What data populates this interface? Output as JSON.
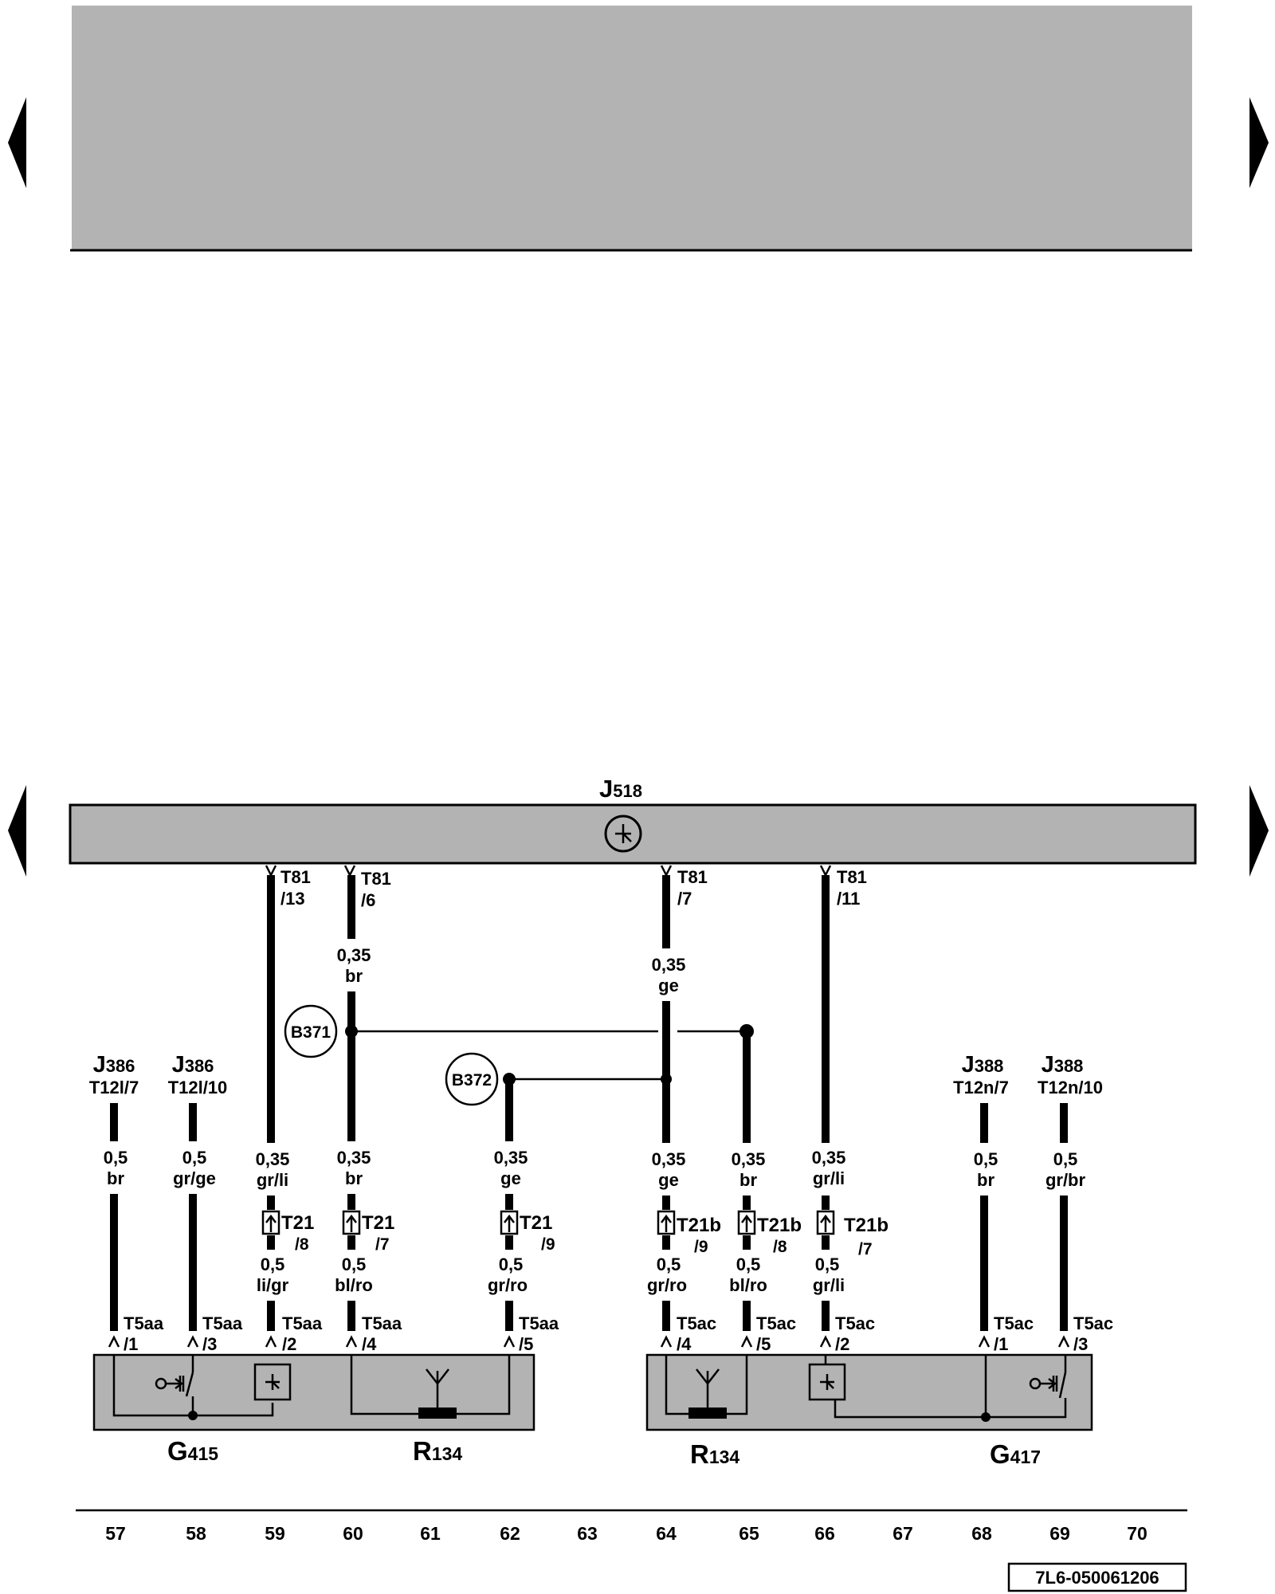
{
  "document_id": "7L6-050061206",
  "control_unit": {
    "letter": "J",
    "sub": "518"
  },
  "external_refs": [
    {
      "id": "j386-7",
      "letter": "J",
      "sub": "386",
      "pin": "T12l/7"
    },
    {
      "id": "j386-10",
      "letter": "J",
      "sub": "386",
      "pin": "T12l/10"
    },
    {
      "id": "j388-7",
      "letter": "J",
      "sub": "388",
      "pin": "T12n/7"
    },
    {
      "id": "j388-10",
      "letter": "J",
      "sub": "388",
      "pin": "T12n/10"
    }
  ],
  "splices": [
    "B371",
    "B372"
  ],
  "j518_pins": [
    {
      "id": "p13",
      "conn": "T81",
      "pin": "/13"
    },
    {
      "id": "p6",
      "conn": "T81",
      "pin": "/6"
    },
    {
      "id": "p7",
      "conn": "T81",
      "pin": "/7"
    },
    {
      "id": "p11",
      "conn": "T81",
      "pin": "/11"
    }
  ],
  "upper_wires": [
    {
      "id": "w60",
      "size": "0,35",
      "color": "br"
    },
    {
      "id": "w64",
      "size": "0,35",
      "color": "ge"
    }
  ],
  "mid_wires": [
    {
      "id": "m57",
      "size": "0,5",
      "color": "br"
    },
    {
      "id": "m58",
      "size": "0,5",
      "color": "gr/ge"
    },
    {
      "id": "m59",
      "size": "0,35",
      "color": "gr/li"
    },
    {
      "id": "m60",
      "size": "0,35",
      "color": "br"
    },
    {
      "id": "m62",
      "size": "0,35",
      "color": "ge"
    },
    {
      "id": "m64",
      "size": "0,35",
      "color": "ge"
    },
    {
      "id": "m65",
      "size": "0,35",
      "color": "br"
    },
    {
      "id": "m66",
      "size": "0,35",
      "color": "gr/li"
    },
    {
      "id": "m68",
      "size": "0,5",
      "color": "br"
    },
    {
      "id": "m69",
      "size": "0,5",
      "color": "gr/br"
    }
  ],
  "inline_connectors": [
    {
      "id": "c59",
      "conn": "T21",
      "pin": "/8"
    },
    {
      "id": "c60",
      "conn": "T21",
      "pin": "/7"
    },
    {
      "id": "c62",
      "conn": "T21",
      "pin": "/9"
    },
    {
      "id": "c64",
      "conn": "T21b",
      "pin": "/9"
    },
    {
      "id": "c65",
      "conn": "T21b",
      "pin": "/8"
    },
    {
      "id": "c66",
      "conn": "T21b",
      "pin": "/7"
    }
  ],
  "lower_wires": [
    {
      "id": "l59",
      "size": "0,5",
      "color": "li/gr"
    },
    {
      "id": "l60",
      "size": "0,5",
      "color": "bl/ro"
    },
    {
      "id": "l62",
      "size": "0,5",
      "color": "gr/ro"
    },
    {
      "id": "l64",
      "size": "0,5",
      "color": "gr/ro"
    },
    {
      "id": "l65",
      "size": "0,5",
      "color": "bl/ro"
    },
    {
      "id": "l66",
      "size": "0,5",
      "color": "gr/li"
    }
  ],
  "component_pins": [
    {
      "id": "a1",
      "conn": "T5aa",
      "pin": "/1"
    },
    {
      "id": "a3",
      "conn": "T5aa",
      "pin": "/3"
    },
    {
      "id": "a2",
      "conn": "T5aa",
      "pin": "/2"
    },
    {
      "id": "a4",
      "conn": "T5aa",
      "pin": "/4"
    },
    {
      "id": "a5",
      "conn": "T5aa",
      "pin": "/5"
    },
    {
      "id": "b4",
      "conn": "T5ac",
      "pin": "/4"
    },
    {
      "id": "b5",
      "conn": "T5ac",
      "pin": "/5"
    },
    {
      "id": "b2",
      "conn": "T5ac",
      "pin": "/2"
    },
    {
      "id": "b1",
      "conn": "T5ac",
      "pin": "/1"
    },
    {
      "id": "b3",
      "conn": "T5ac",
      "pin": "/3"
    }
  ],
  "components": [
    {
      "id": "g415",
      "letter": "G",
      "sub": "415"
    },
    {
      "id": "r134a",
      "letter": "R",
      "sub": "134"
    },
    {
      "id": "r134b",
      "letter": "R",
      "sub": "134"
    },
    {
      "id": "g417",
      "letter": "G",
      "sub": "417"
    }
  ],
  "column_numbers": [
    "57",
    "58",
    "59",
    "60",
    "61",
    "62",
    "63",
    "64",
    "65",
    "66",
    "67",
    "68",
    "69",
    "70"
  ],
  "colors": {
    "housing_fill": "#b3b3b3",
    "line": "#000000",
    "background": "#ffffff"
  }
}
